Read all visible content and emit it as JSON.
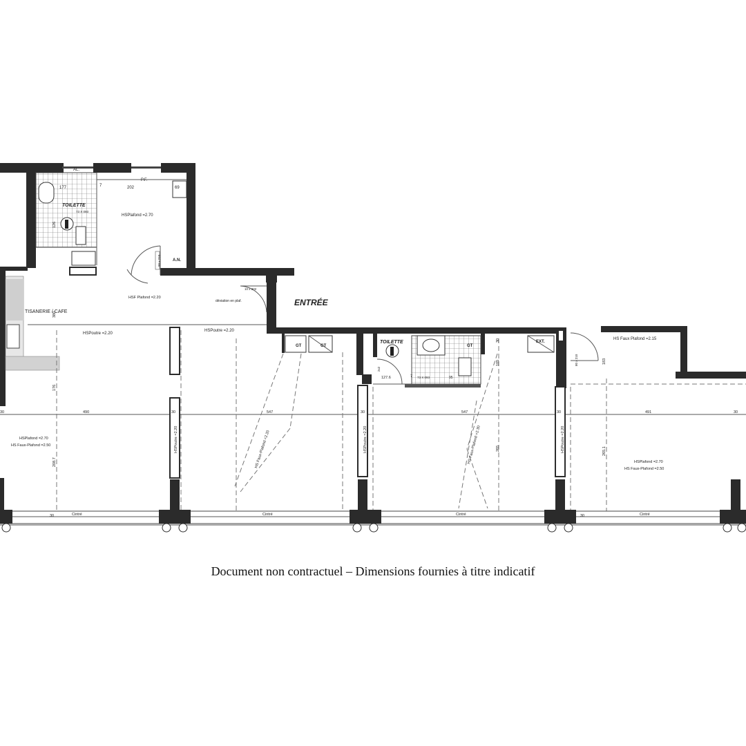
{
  "caption": "Document non contractuel – Dimensions fournies à titre indicatif",
  "labels": {
    "al": "AL.",
    "pf": "P.F.",
    "d177": "177",
    "d7a": "7",
    "d202": "202",
    "d69": "69",
    "toilette1": "TOILETTE",
    "toilette1_dim": "73 X 093",
    "d126": "126",
    "hsp_270_top": "HSPlafond =2.70",
    "an": "A.N.",
    "d90x210": "90 x 210",
    "d10x202": "10 x 202",
    "entree": "ENTRÉE",
    "tisanerie": "TISANERIE / CAFE",
    "hsf_220": "HSF Plafond =2.20",
    "deviation": "déviation en plaf.",
    "d380": "380",
    "hsp_poutre_left": "HSPoutre =2.20",
    "hsp_poutre_mid": "HSPoutre =2.20",
    "d176": "176",
    "gt1": "GT",
    "gt2": "GT",
    "toilette2": "TOILETTE",
    "d2x2": "2x2",
    "d1276": "127.6",
    "d7b": "7",
    "toilette2_dim": "73 X 093",
    "d95": "95",
    "gt3": "GT",
    "d30a": "30",
    "ext": "EXT.",
    "hs_faux_215": "HS Faux Plafond =2.15",
    "d183": "183",
    "d105": "105",
    "d80x210": "80 x 210",
    "d30l": "30",
    "d490": "490",
    "d30b": "30",
    "d547a": "547",
    "d30c": "30",
    "d547b": "547",
    "d30d": "30",
    "d491": "491",
    "d30e": "30",
    "hsp_270_left": "HSPlafond =2.70",
    "hs_faux_250_left": "HS Faux-Plafond =2.50",
    "d2087": "208.7",
    "hsp_220_v1": "HSPoutre =2.20",
    "hs_faux_v1": "HS Faux-Plafond =2.20",
    "hsp_220_v2": "HSPoutre =2.20",
    "hs_faux_v2": "HS Faux-Plafond =2.30",
    "d265": "265",
    "hsp_220_v3": "HSPoutre =2.20",
    "d2651": "265.1",
    "hsp_270_right": "HSPlafond =2.70",
    "hs_faux_250_right": "HS Faux-Plafond =2.50",
    "d30f": "30",
    "cintre1": "Cintré",
    "cintre2": "Cintré",
    "cintre3": "Cintré",
    "d30g": "30",
    "cintre4": "Cintré"
  }
}
